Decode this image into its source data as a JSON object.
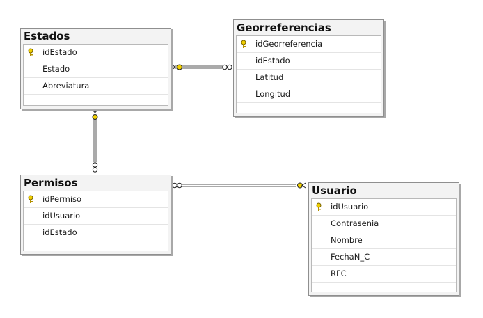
{
  "tables": {
    "estados": {
      "title": "Estados",
      "columns": [
        "idEstado",
        "Estado",
        "Abreviatura"
      ],
      "primary_key": "idEstado"
    },
    "georreferencias": {
      "title": "Georreferencias",
      "columns": [
        "idGeorreferencia",
        "idEstado",
        "Latitud",
        "Longitud"
      ],
      "primary_key": "idGeorreferencia"
    },
    "permisos": {
      "title": "Permisos",
      "columns": [
        "idPermiso",
        "idUsuario",
        "idEstado"
      ],
      "primary_key": "idPermiso"
    },
    "usuario": {
      "title": "Usuario",
      "columns": [
        "idUsuario",
        "Contrasenia",
        "Nombre",
        "FechaN_C",
        "RFC"
      ],
      "primary_key": "idUsuario"
    }
  },
  "relationships": [
    {
      "from": "Estados",
      "to": "Georreferencias",
      "from_end": "key",
      "to_end": "many"
    },
    {
      "from": "Estados",
      "to": "Permisos",
      "from_end": "key",
      "to_end": "many"
    },
    {
      "from": "Usuario",
      "to": "Permisos",
      "from_end": "key",
      "to_end": "many"
    }
  ],
  "colors": {
    "key_icon": "#e2c000",
    "connector": "#6a6a6a",
    "header_bg": "#f3f3f3",
    "border": "#8f8f8f"
  }
}
